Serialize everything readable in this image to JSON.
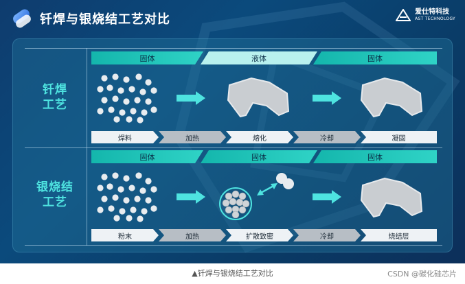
{
  "header": {
    "title": "钎焊与银烧结工艺对比"
  },
  "brand": {
    "name_cn": "爱仕特科技",
    "name_en": "AST TECHNOLOGY"
  },
  "rows": [
    {
      "label_line1": "钎焊",
      "label_line2": "工艺",
      "states": [
        "固体",
        "液体",
        "固体"
      ],
      "steps": [
        "焊料",
        "加热",
        "熔化",
        "冷却",
        "凝固"
      ]
    },
    {
      "label_line1": "银烧结",
      "label_line2": "工艺",
      "states": [
        "固体",
        "固体",
        "固体"
      ],
      "steps": [
        "粉末",
        "加热",
        "扩散致密",
        "冷却",
        "烧结层"
      ]
    }
  ],
  "colors": {
    "accent": "#2fd3c6",
    "label": "#4ee3e0",
    "background": "#0b4a7c"
  },
  "caption": "▲钎焊与银烧结工艺对比",
  "credit": "CSDN @碳化硅芯片"
}
